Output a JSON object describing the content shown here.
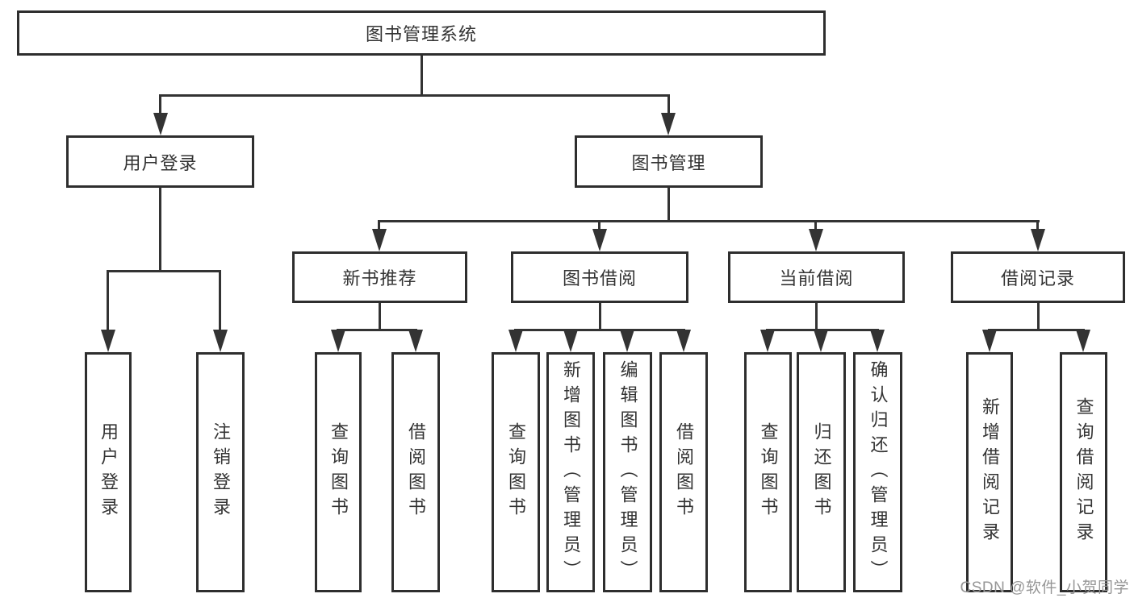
{
  "root": {
    "label": "图书管理系统"
  },
  "branches": [
    {
      "label": "用户登录",
      "children": [
        "用户登录",
        "注销登录"
      ]
    },
    {
      "label": "图书管理",
      "sections": [
        {
          "label": "新书推荐",
          "children": [
            "查询图书",
            "借阅图书"
          ]
        },
        {
          "label": "图书借阅",
          "children": [
            "查询图书",
            "新增图书（管理员）",
            "编辑图书（管理员）",
            "借阅图书"
          ]
        },
        {
          "label": "当前借阅",
          "children": [
            "查询图书",
            "归还图书",
            "确认归还（管理员）"
          ]
        },
        {
          "label": "借阅记录",
          "children": [
            "新增借阅记录",
            "查询借阅记录"
          ]
        }
      ]
    }
  ],
  "watermark": "CSDN @软件_小贺同学",
  "colors": {
    "line": "#333333",
    "border": "#2e2e2e",
    "background": "#ffffff",
    "text": "#333333",
    "watermark": "#969696"
  }
}
